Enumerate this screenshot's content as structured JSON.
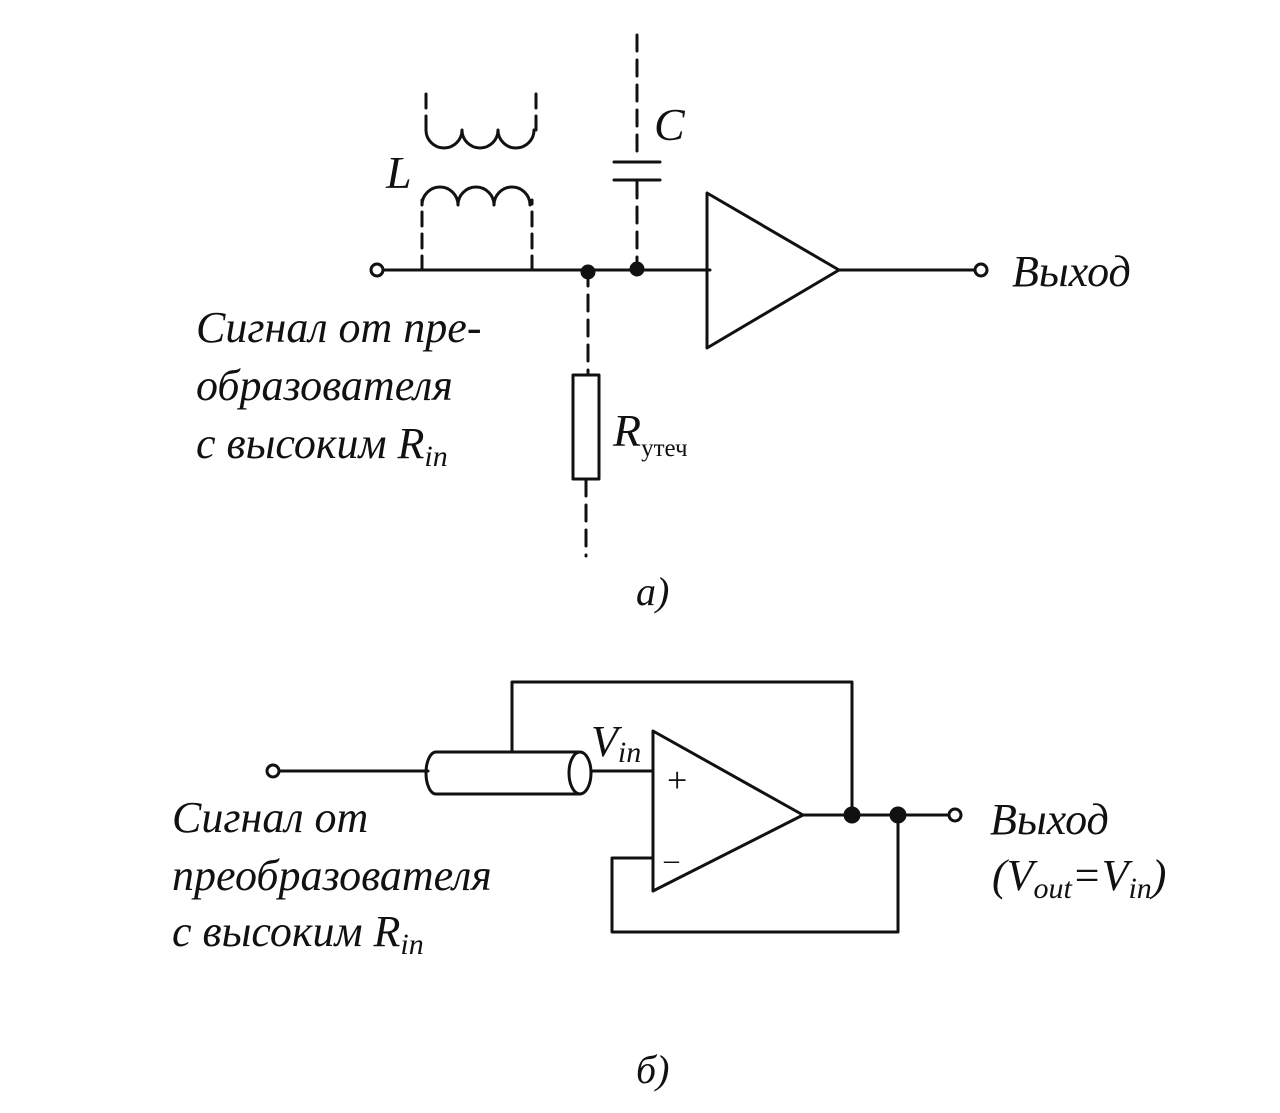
{
  "colors": {
    "ink": "#111111",
    "background": "#ffffff"
  },
  "diagram_a": {
    "inductor_label": "L",
    "capacitor_label": "C",
    "resistor_label_main": "R",
    "resistor_label_sub": "утеч",
    "output_label": "Выход",
    "input_label_line1": "Сигнал от пре-",
    "input_label_line2": "образователя",
    "input_label_line3_main": "с высоким R",
    "input_label_line3_sub": "in",
    "caption": "а)"
  },
  "diagram_b": {
    "vin_main": "V",
    "vin_sub": "in",
    "plus_sign": "+",
    "minus_sign": "–",
    "output_label": "Выход",
    "output_eq_open": "(V",
    "output_eq_sub1": "out",
    "output_eq_mid": "=V",
    "output_eq_sub2": "in",
    "output_eq_close": ")",
    "input_label_line1": "Сигнал от",
    "input_label_line2": "преобразователя",
    "input_label_line3_main": "с высоким R",
    "input_label_line3_sub": "in",
    "caption": "б)"
  }
}
